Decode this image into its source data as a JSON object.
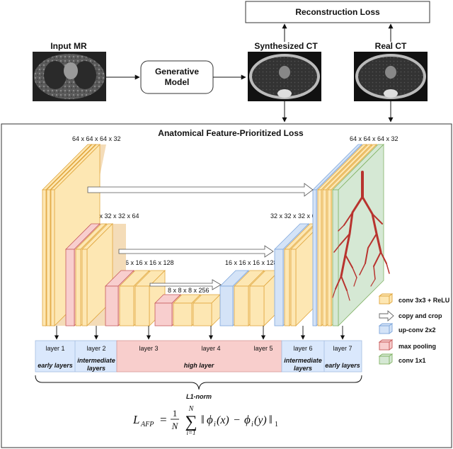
{
  "top": {
    "reconstruction_loss": "Reconstruction Loss",
    "input_label": "Input MR",
    "model_label_line1": "Generative",
    "model_label_line2": "Model",
    "synth_label": "Synthesized CT",
    "real_label": "Real CT"
  },
  "afp": {
    "title": "Anatomical Feature-Prioritized Loss",
    "dims": {
      "d1": "64 x 64 x 64 x 32",
      "d2": "32 x 32 x 32 x 64",
      "d3": "16 x 16 x 16 x 128",
      "d4": "8 x 8 x 8 x 256",
      "d5": "16 x 16 x 16 x 128",
      "d6": "32 x 32 x 32 x 64",
      "d7": "64 x 64 x 64 x 32"
    },
    "legend": [
      {
        "label": "conv 3x3 + ReLU",
        "color": "#fde7b3",
        "stroke": "#e0a63d",
        "shape": "box"
      },
      {
        "label": "copy and crop",
        "color": "#ffffff",
        "stroke": "#666666",
        "shape": "arrow"
      },
      {
        "label": "up-conv 2x2",
        "color": "#d4e3f7",
        "stroke": "#7ea6db",
        "shape": "box"
      },
      {
        "label": "max pooling",
        "color": "#f8cece",
        "stroke": "#c65b5b",
        "shape": "box"
      },
      {
        "label": "conv 1x1",
        "color": "#d5e8d4",
        "stroke": "#82b366",
        "shape": "box"
      }
    ],
    "layers": [
      "layer 1",
      "layer 2",
      "layer 3",
      "layer 4",
      "layer 5",
      "layer 6",
      "layer 7"
    ],
    "groups": {
      "early_left": "early layers",
      "intermediate_left_1": "intermediate",
      "intermediate_left_2": "layers",
      "high": "high layer",
      "intermediate_right_1": "intermediate",
      "intermediate_right_2": "layers",
      "early_right": "early layers"
    },
    "norm": "L1-norm"
  },
  "formula": {
    "lhs": "L",
    "lhs_sub": "AFP",
    "eq": "=",
    "num": "1",
    "den": "N",
    "sum_top": "N",
    "sum_bottom": "i=1",
    "body_1": "‖",
    "phi1": "ϕ",
    "sub_i1": "i",
    "arg1": "(x)",
    "minus": "−",
    "phi2": "ϕ",
    "sub_i2": "i",
    "arg2": "(y)",
    "body_2": "‖",
    "norm_sub": "1"
  },
  "colors": {
    "conv": "#fde7b3",
    "conv_stroke": "#e0a63d",
    "conv_dark": "#f4d4a0",
    "pool": "#f8cece",
    "pool_stroke": "#c65b5b",
    "up": "#d4e3f7",
    "up_stroke": "#7ea6db",
    "out": "#d5e8d4",
    "out_stroke": "#82b366",
    "early_bg": "#dae8fc",
    "high_bg": "#f8cecc"
  }
}
